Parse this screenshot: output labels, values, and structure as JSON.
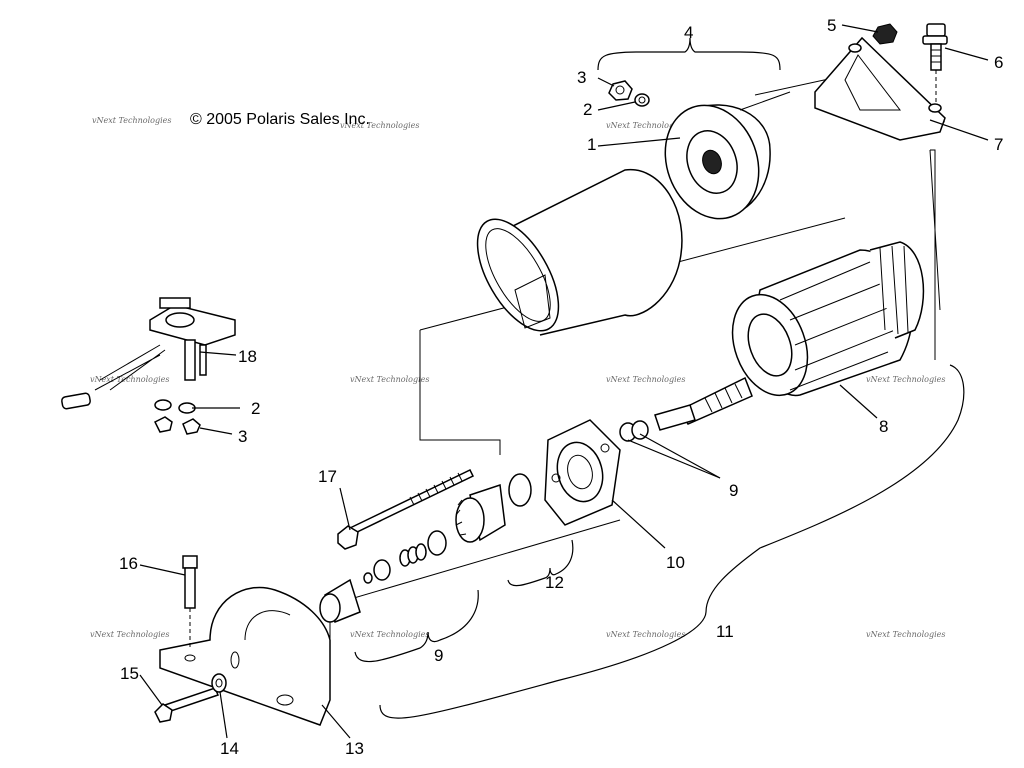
{
  "copyright": "© 2005 Polaris Sales Inc.",
  "watermark": "vNext Technologies",
  "callouts": [
    {
      "id": "c1",
      "label": "1"
    },
    {
      "id": "c2a",
      "label": "2"
    },
    {
      "id": "c3a",
      "label": "3"
    },
    {
      "id": "c4",
      "label": "4"
    },
    {
      "id": "c5",
      "label": "5"
    },
    {
      "id": "c6",
      "label": "6"
    },
    {
      "id": "c7",
      "label": "7"
    },
    {
      "id": "c8",
      "label": "8"
    },
    {
      "id": "c9a",
      "label": "9"
    },
    {
      "id": "c9b",
      "label": "9"
    },
    {
      "id": "c10",
      "label": "10"
    },
    {
      "id": "c11",
      "label": "11"
    },
    {
      "id": "c12",
      "label": "12"
    },
    {
      "id": "c13",
      "label": "13"
    },
    {
      "id": "c14",
      "label": "14"
    },
    {
      "id": "c15",
      "label": "15"
    },
    {
      "id": "c16",
      "label": "16"
    },
    {
      "id": "c17",
      "label": "17"
    },
    {
      "id": "c18",
      "label": "18"
    },
    {
      "id": "c2b",
      "label": "2"
    },
    {
      "id": "c3b",
      "label": "3"
    }
  ]
}
